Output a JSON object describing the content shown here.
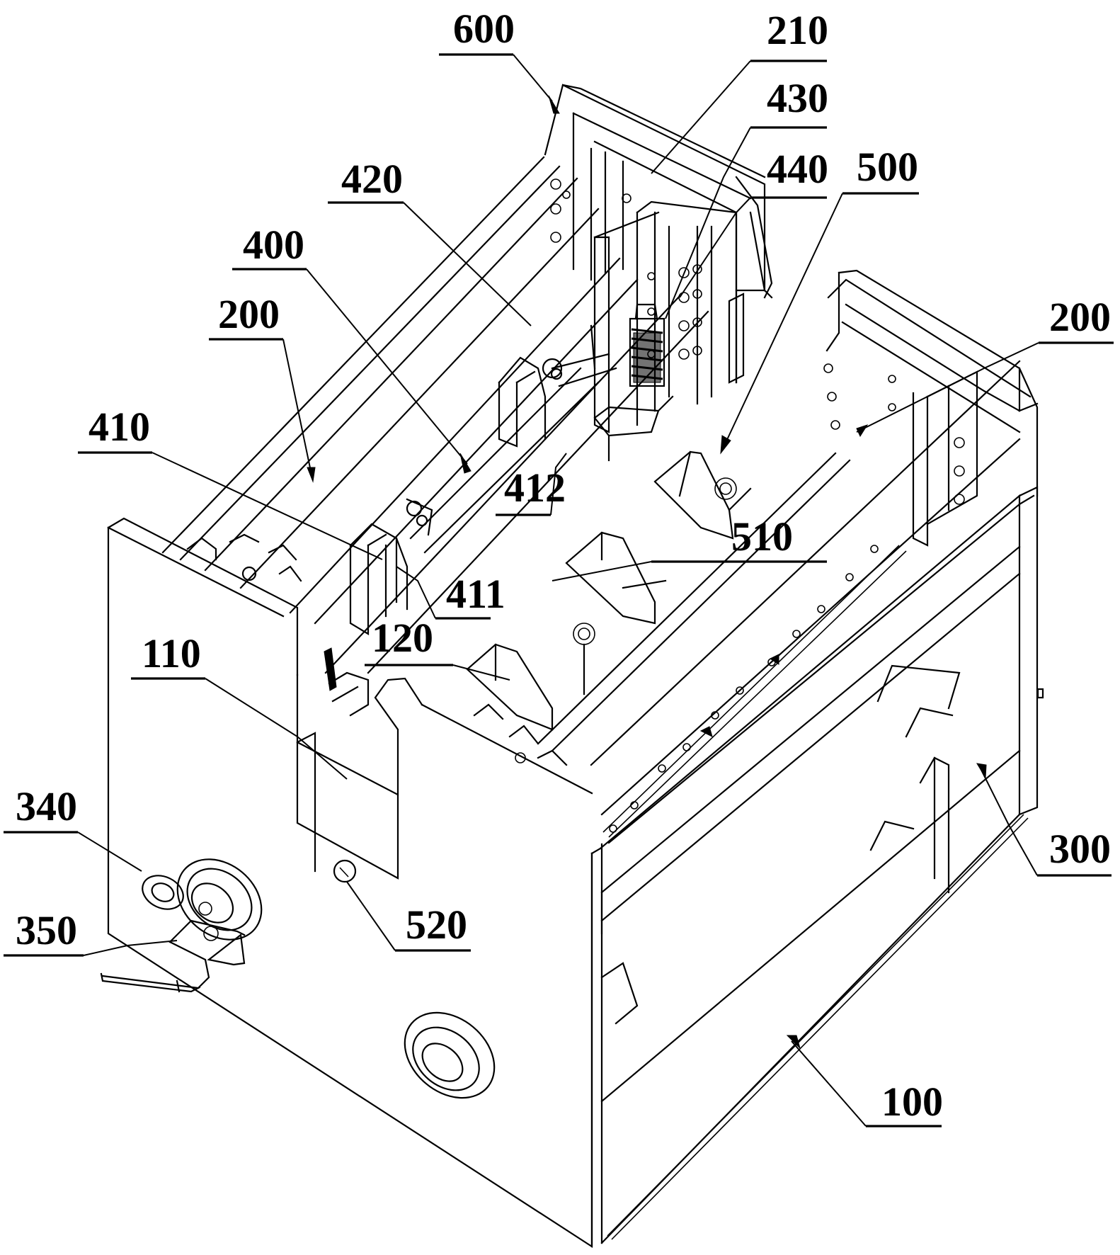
{
  "figure": {
    "description": "Isometric line drawing of a mechanical apparatus with numbered reference callouts",
    "line_color": "#000000",
    "background_color": "#ffffff"
  },
  "labels": [
    {
      "id": "600",
      "text": "600"
    },
    {
      "id": "210",
      "text": "210"
    },
    {
      "id": "430",
      "text": "430"
    },
    {
      "id": "440",
      "text": "440"
    },
    {
      "id": "500",
      "text": "500"
    },
    {
      "id": "420",
      "text": "420"
    },
    {
      "id": "400",
      "text": "400"
    },
    {
      "id": "200-left",
      "text": "200"
    },
    {
      "id": "200-right",
      "text": "200"
    },
    {
      "id": "410",
      "text": "410"
    },
    {
      "id": "412",
      "text": "412"
    },
    {
      "id": "510",
      "text": "510"
    },
    {
      "id": "411",
      "text": "411"
    },
    {
      "id": "120",
      "text": "120"
    },
    {
      "id": "110",
      "text": "110"
    },
    {
      "id": "340",
      "text": "340"
    },
    {
      "id": "350",
      "text": "350"
    },
    {
      "id": "520",
      "text": "520"
    },
    {
      "id": "300",
      "text": "300"
    },
    {
      "id": "100",
      "text": "100"
    }
  ]
}
